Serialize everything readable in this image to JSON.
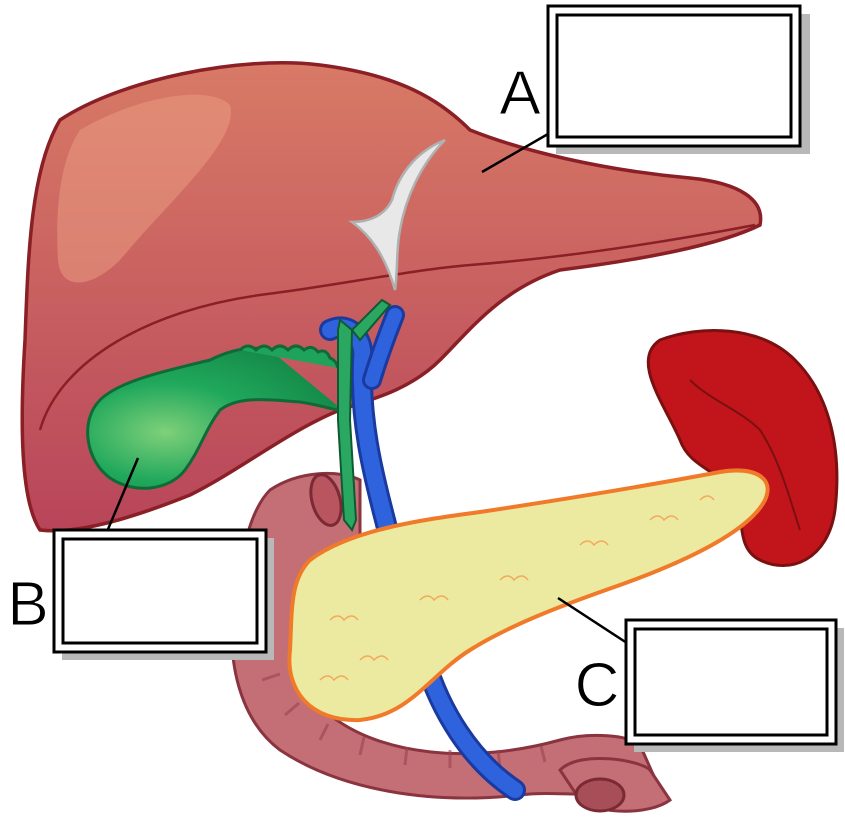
{
  "labels": {
    "a": {
      "letter": "A",
      "answer": ""
    },
    "b": {
      "letter": "B",
      "answer": ""
    },
    "c": {
      "letter": "C",
      "answer": ""
    }
  },
  "colors": {
    "liver_top": "#d87a66",
    "liver_bottom": "#b8455a",
    "liver_outline": "#8a1f26",
    "gallbladder": "#1fa35b",
    "bile_duct": "#2a8f55",
    "portal_vein": "#2b5fd9",
    "pancreas": "#ece9a0",
    "pancreas_outline": "#f07a2a",
    "spleen": "#c0141a",
    "duodenum": "#c06a72",
    "ligament": "#e6e6e6"
  }
}
